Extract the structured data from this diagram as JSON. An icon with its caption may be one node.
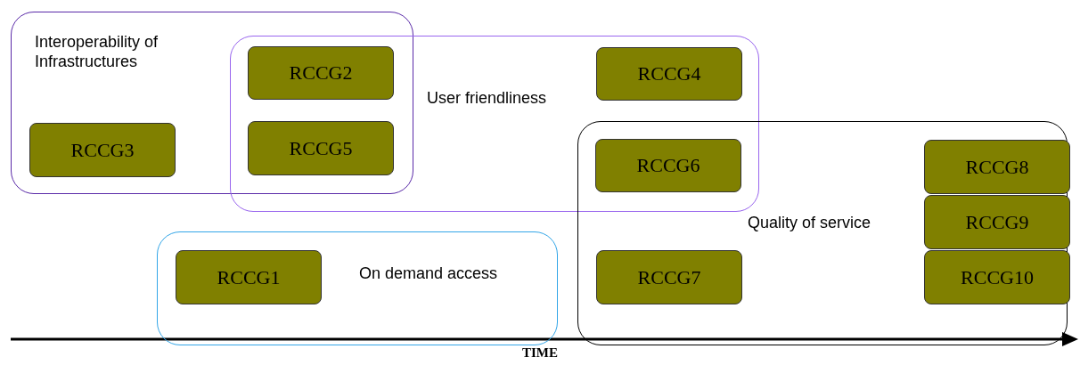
{
  "diagram": {
    "nodes": [
      {
        "text": [
          "Interoperability of Infrastructures"
        ]
      },
      {
        "text": [
          "RCCG3"
        ],
        "in": 0
      },
      {
        "text": [
          "User friendliness"
        ]
      },
      {
        "text": [
          "RCCG2"
        ]
      },
      {
        "text": [
          "RCCG5"
        ]
      },
      {
        "text": [
          "RCCG4"
        ],
        "in": 2
      },
      {
        "text": [
          "Quality of service"
        ]
      },
      {
        "text": [
          "RCCG6"
        ]
      },
      {
        "text": [
          "RCCG7"
        ],
        "in": 6
      },
      {
        "text": [
          "RCCG8"
        ],
        "in": 6
      },
      {
        "text": [
          "RCCG9"
        ],
        "in": 6
      },
      {
        "text": [
          "RCCG10"
        ],
        "in": 6
      },
      {
        "text": [
          "On demand access"
        ]
      },
      {
        "text": [
          "RCCG1"
        ],
        "in": 12
      }
    ],
    "edges": [],
    "labels": [
      "TIME"
    ]
  }
}
